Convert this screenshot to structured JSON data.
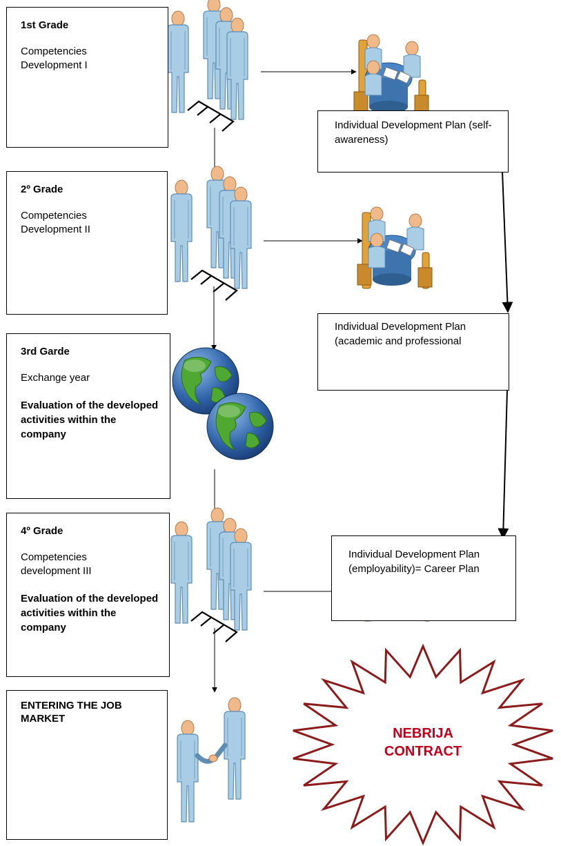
{
  "stages": [
    {
      "title": "1st Grade",
      "lines": [
        "Competencies",
        "Development I"
      ],
      "bold": ""
    },
    {
      "title": "2º Grade",
      "lines": [
        "Competencies",
        "Development II"
      ],
      "bold": ""
    },
    {
      "title": "3rd Garde",
      "lines": [
        "Exchange year"
      ],
      "bold": "Evaluation of the developed activities  within the company"
    },
    {
      "title": "4º Grade",
      "lines": [
        "Competencies",
        "development III"
      ],
      "bold": "Evaluation of the developed activities  within the company"
    },
    {
      "title": "ENTERING THE JOB MARKET",
      "lines": [],
      "bold": ""
    }
  ],
  "plans": [
    {
      "text": "Individual Development Plan (self-awareness)"
    },
    {
      "text": "Individual Development Plan (academic and professional"
    },
    {
      "text": "Individual Development Plan (employability)= Career Plan"
    }
  ],
  "contract": {
    "line1": "NEBRIJA",
    "line2": "CONTRACT"
  },
  "colors": {
    "figure": "#a9cde4",
    "figure_shadow": "#6f9fc2",
    "head": "#f0b98a",
    "globe_ocean": "#2f63a8",
    "globe_land": "#4fa832",
    "star_fill": "#ffffff",
    "star_stroke": "#8b1a1a",
    "contract_text": "#c0001a"
  },
  "icons": [
    "people-group-icon",
    "meeting-table-icon",
    "globe-icon",
    "handshake-icon",
    "starburst-icon"
  ]
}
